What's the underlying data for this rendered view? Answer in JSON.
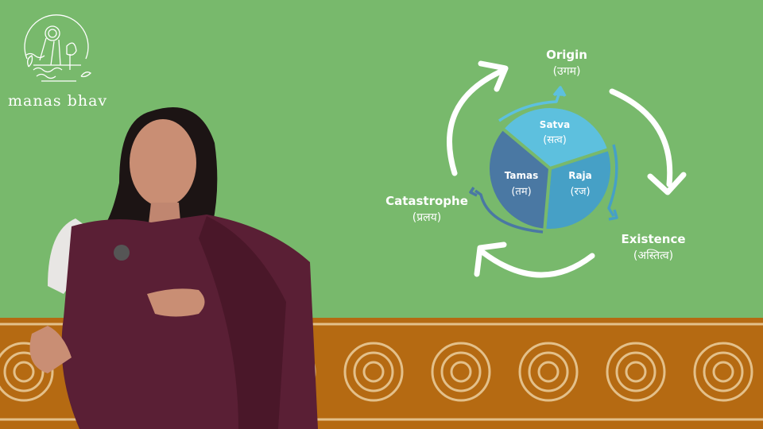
{
  "brand": {
    "name": "manas bhav"
  },
  "diagram": {
    "outer": [
      {
        "title": "Origin",
        "subtitle": "(उगम)"
      },
      {
        "title": "Existence",
        "subtitle": "(अस्तित्व)"
      },
      {
        "title": "Catastrophe",
        "subtitle": "(प्रलय)"
      }
    ],
    "segments": [
      {
        "title": "Satva",
        "subtitle": "(सत्व)",
        "color": "#5dc0de"
      },
      {
        "title": "Raja",
        "subtitle": "(रज)",
        "color": "#46a0c6"
      },
      {
        "title": "Tamas",
        "subtitle": "(तम)",
        "color": "#4a78a3"
      }
    ]
  },
  "colors": {
    "background": "#78b96c",
    "band": "#b56a12",
    "pattern": "#e3c08a"
  }
}
